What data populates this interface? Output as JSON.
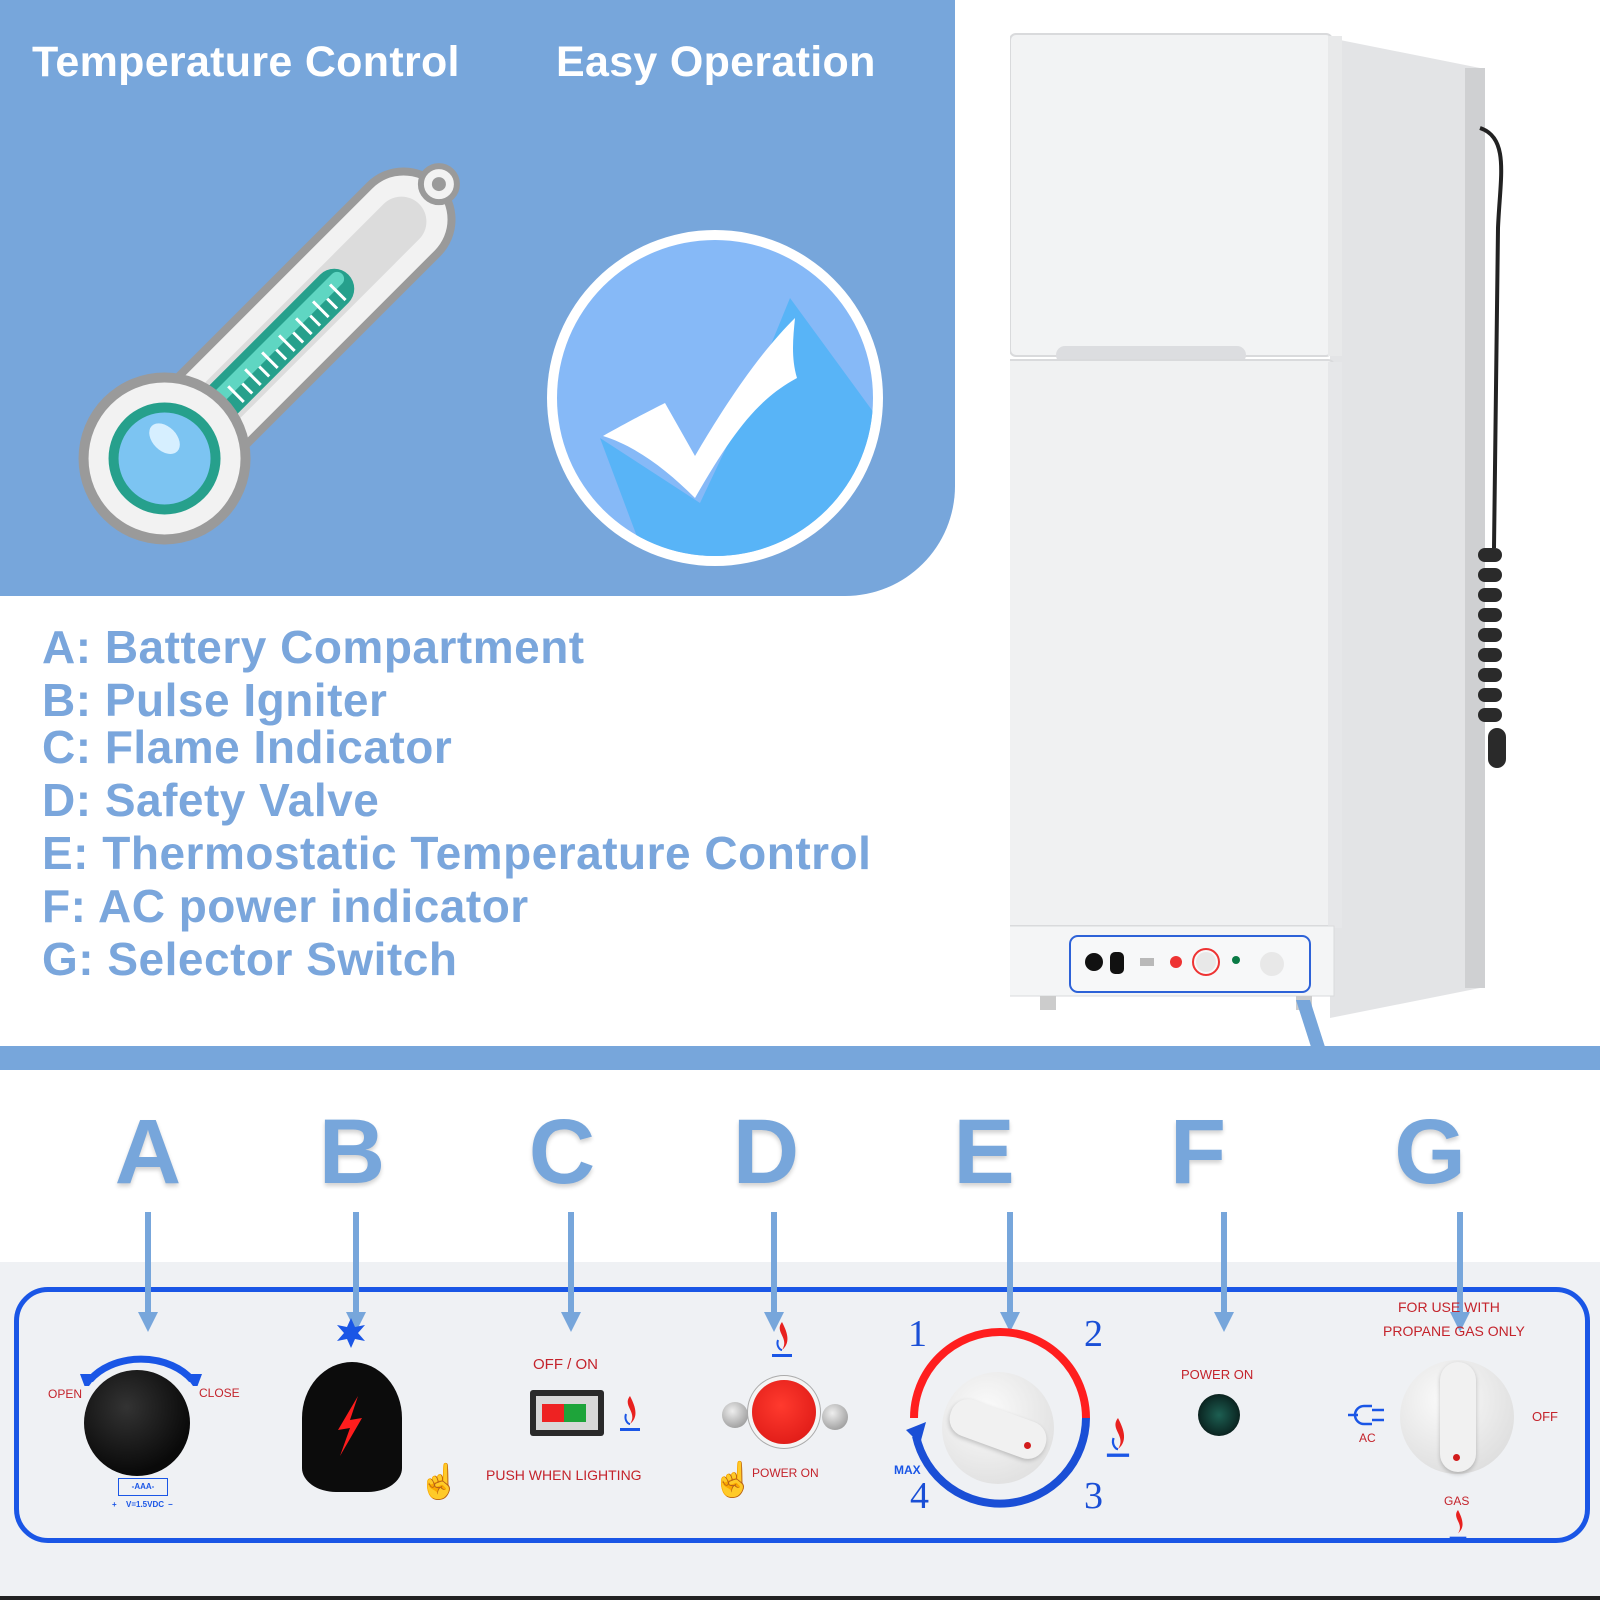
{
  "features": {
    "temperature_title": "Temperature Control",
    "operation_title": "Easy Operation"
  },
  "legend": {
    "items": [
      {
        "key": "A",
        "text": "A: Battery Compartment"
      },
      {
        "key": "B",
        "text": "B: Pulse Igniter"
      },
      {
        "key": "C",
        "text": "C: Flame Indicator"
      },
      {
        "key": "D",
        "text": "D: Safety Valve"
      },
      {
        "key": "E",
        "text": "E: Thermostatic Temperature Control"
      },
      {
        "key": "F",
        "text": "F: AC power indicator"
      },
      {
        "key": "G",
        "text": "G: Selector Switch"
      }
    ]
  },
  "letters": [
    "A",
    "B",
    "C",
    "D",
    "E",
    "F",
    "G"
  ],
  "panel": {
    "battery": {
      "open": "OPEN",
      "close": "CLOSE",
      "battery_type": "-AAA-",
      "voltage": "V=1.5VDC",
      "plus": "+",
      "minus": "−"
    },
    "flame_indicator": {
      "top": "OFF / ON",
      "bottom": "PUSH  WHEN   LIGHTING"
    },
    "safety_valve": {
      "label": "POWER ON"
    },
    "thermostat": {
      "n1": "1",
      "n2": "2",
      "n3": "3",
      "n4": "4",
      "max": "MAX"
    },
    "ac_indicator": {
      "label": "POWER ON"
    },
    "selector": {
      "line1": "FOR USE WITH",
      "line2": "PROPANE GAS ONLY",
      "ac": "AC",
      "off": "OFF",
      "gas": "GAS"
    }
  },
  "colors": {
    "brand_blue": "#77a6db",
    "panel_border": "#1a56e6",
    "label_red": "#c4232b"
  }
}
